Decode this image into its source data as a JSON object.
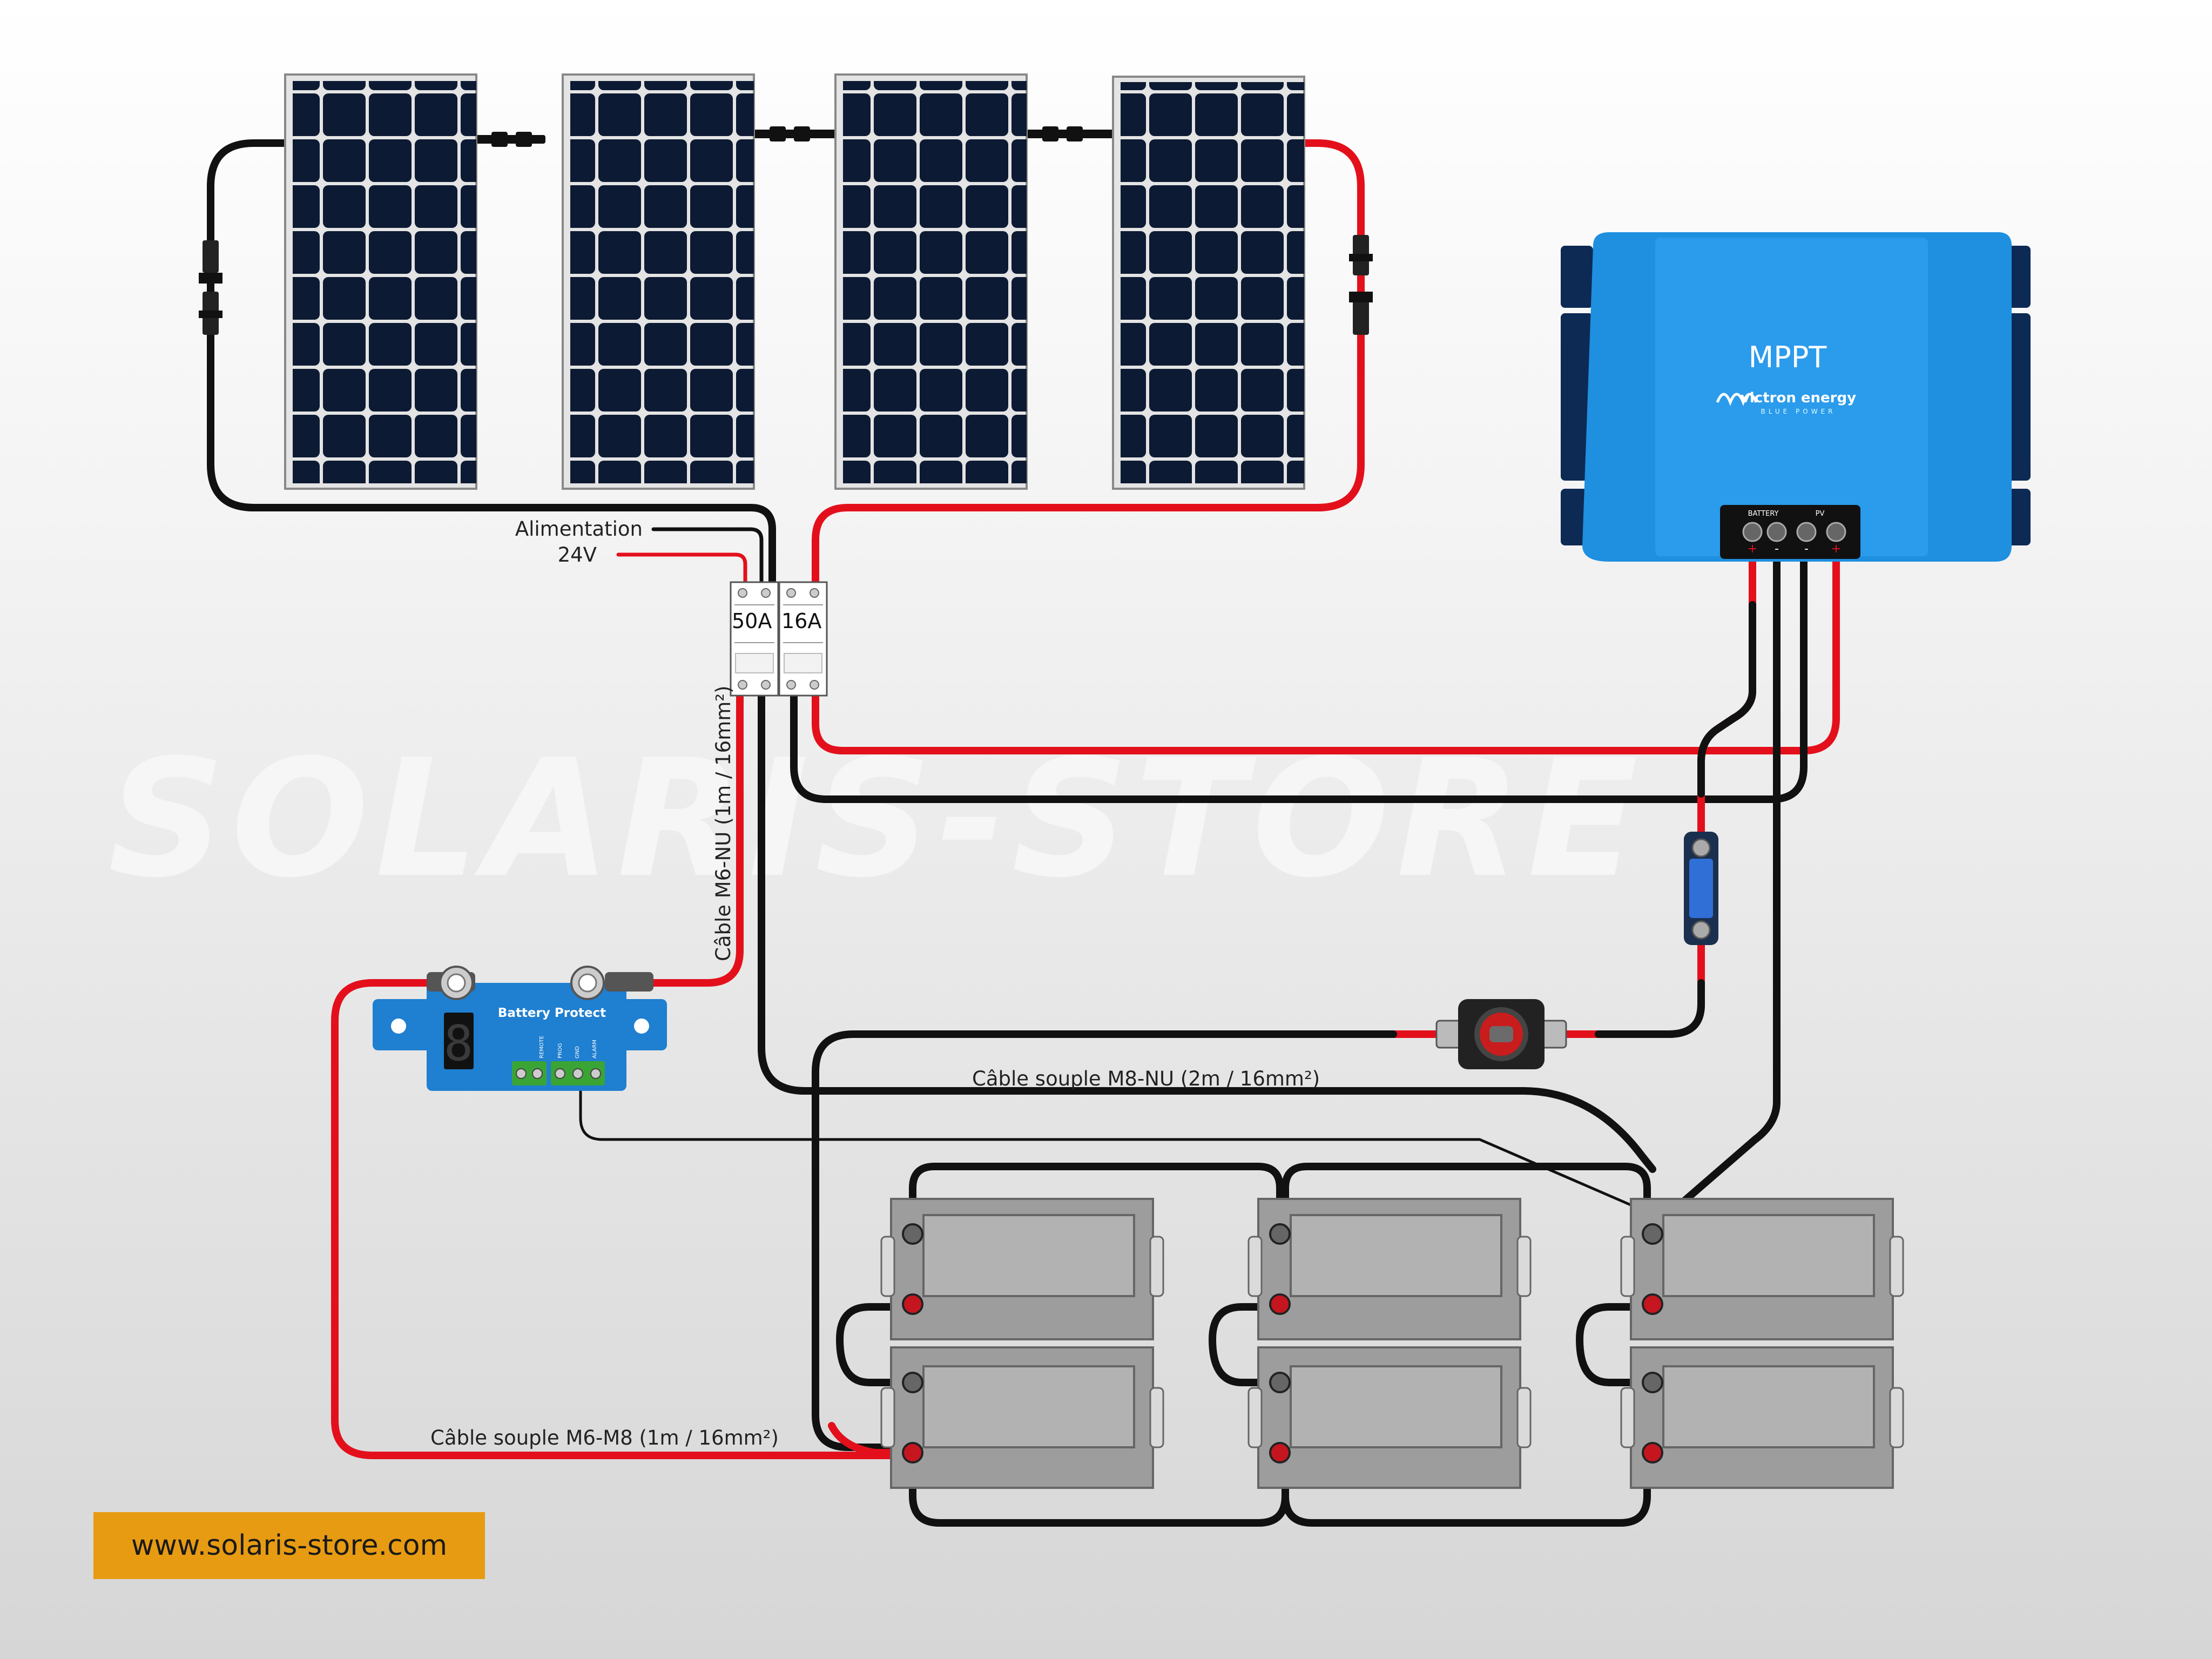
{
  "watermark": "SOLARIS-STORE",
  "labels": {
    "supply_line1": "Alimentation",
    "supply_line2": "24V",
    "cable_m6_nu": "Câble M6-NU (1m / 16mm²)",
    "cable_m8_nu": "Câble souple M8-NU (2m / 16mm²)",
    "cable_m6_m8": "Câble souple M6-M8 (1m / 16mm²)"
  },
  "breakers": [
    "50A",
    "16A"
  ],
  "mppt": {
    "title": "MPPT",
    "brand": "victron energy",
    "tagline": "BLUE POWER",
    "terminal_labels": [
      "BATTERY",
      "PV"
    ],
    "polarity": [
      "+",
      "-",
      "-",
      "+"
    ]
  },
  "battery_protect": {
    "title": "Battery Protect",
    "display": "8",
    "terminals": [
      "REMOTE",
      "PROG",
      "GND",
      "ALARM"
    ]
  },
  "panel_count": 4,
  "battery_count": 6,
  "website": "www.solaris-store.com",
  "colors": {
    "positive_wire": "#e3101c",
    "negative_wire": "#111111",
    "mppt_blue": "#1f8fe0",
    "panel_cell": "#0d1a33",
    "battery_grey": "#9d9d9d",
    "badge": "#e79b12"
  }
}
